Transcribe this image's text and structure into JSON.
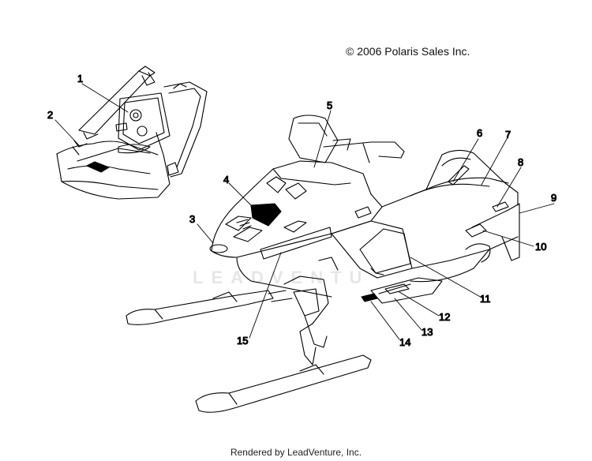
{
  "copyright": "© 2006 Polaris Sales Inc.",
  "footer": "Rendered by LeadVenture, Inc.",
  "watermark": "LEADVENTU",
  "callouts": [
    {
      "label": "1"
    },
    {
      "label": "2"
    },
    {
      "label": "3"
    },
    {
      "label": "4"
    },
    {
      "label": "5"
    },
    {
      "label": "6"
    },
    {
      "label": "7"
    },
    {
      "label": "8"
    },
    {
      "label": "9"
    },
    {
      "label": "10"
    },
    {
      "label": "11"
    },
    {
      "label": "12"
    },
    {
      "label": "13"
    },
    {
      "label": "14"
    },
    {
      "label": "15"
    }
  ]
}
